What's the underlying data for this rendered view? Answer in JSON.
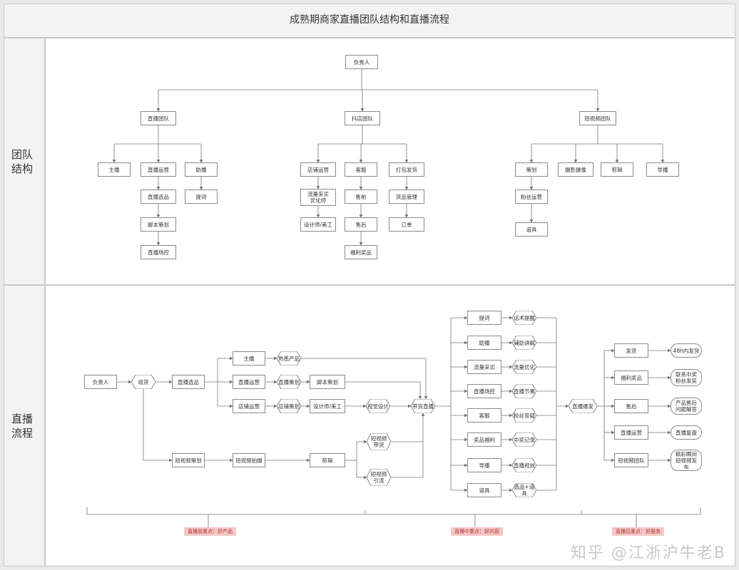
{
  "title": "成熟期商家直播团队结构和直播流程",
  "lanes": {
    "team": "团队\n结构",
    "flow": "直播\n流程"
  },
  "team": {
    "root": "负责人",
    "live_team": "直播团队",
    "shop_team": "抖店团队",
    "video_team": "短视频团队",
    "anchor": "主播",
    "live_ops": "直播运营",
    "assistant": "助播",
    "live_select": "直播选品",
    "script_plan": "脚本策划",
    "live_control": "直播场控",
    "prompter": "提词",
    "store_ops": "店铺运营",
    "traffic_buyer": "流量采买\n优化师",
    "designer": "设计师/美工",
    "cs": "客服",
    "presale": "售前",
    "aftersale": "售后",
    "prize": "福利奖品",
    "packing": "打包发货",
    "goods_mgmt": "货品管理",
    "order": "订单",
    "planning": "策划",
    "fan_ops": "粉丝运营",
    "props": "道具",
    "shooting": "摄影摄像",
    "editing": "剪辑",
    "director": "导播"
  },
  "flow": {
    "root": "负责人",
    "group_goods": "组货",
    "live_select": "直播选品",
    "anchor": "主播",
    "familiar": "熟悉产品",
    "live_ops": "直播运营",
    "live_plan": "直播策划",
    "script_plan": "脚本策划",
    "store_ops": "店铺运营",
    "store_plan": "店铺策划",
    "designer": "设计师/美工",
    "visual": "视觉设计",
    "selling_live": "带货直播",
    "video_plan": "短视频策划",
    "video_shoot": "短视频拍摄",
    "edit": "剪辑",
    "video_sell": "短视频\n带货",
    "video_drain": "短视频\n引流",
    "prompter": "提词",
    "prompt_remind": "话术提醒",
    "assistant": "助播",
    "assist_explain": "辅助讲解",
    "traffic_buy": "流量采买",
    "traffic_opt": "流量优化",
    "live_control": "直播场控",
    "live_rhythm": "直播节奏",
    "cs": "客服",
    "fan_qa": "粉丝答疑",
    "prize_benefit": "奖品福利",
    "winner_record": "中奖记录",
    "director": "导播",
    "live_effect": "直播视效",
    "props": "道具",
    "prop_items": "选品+道具",
    "live_burst": "直播爆发",
    "ship": "发货",
    "ship_48h": "48h内发货",
    "benefit_prize": "福利奖品",
    "contact_winner": "联系中奖\n粉丝发奖",
    "aftersale": "售后",
    "aftersale_qa": "产品售后\n问题解答",
    "live_ops2": "直播运营",
    "review": "直播复盘",
    "video_team": "短视频团队",
    "highlight": "精彩瞬间\n短视频发\n布",
    "note_pre": "直播前重点：好产品",
    "note_mid": "直播中重点：好内容",
    "note_post": "直播后重点：好服务"
  },
  "watermark": "知乎 @江浙沪牛老B",
  "colors": {
    "line": "#777777",
    "note_bg": "#f4c8c8",
    "note_text": "#b03030"
  }
}
